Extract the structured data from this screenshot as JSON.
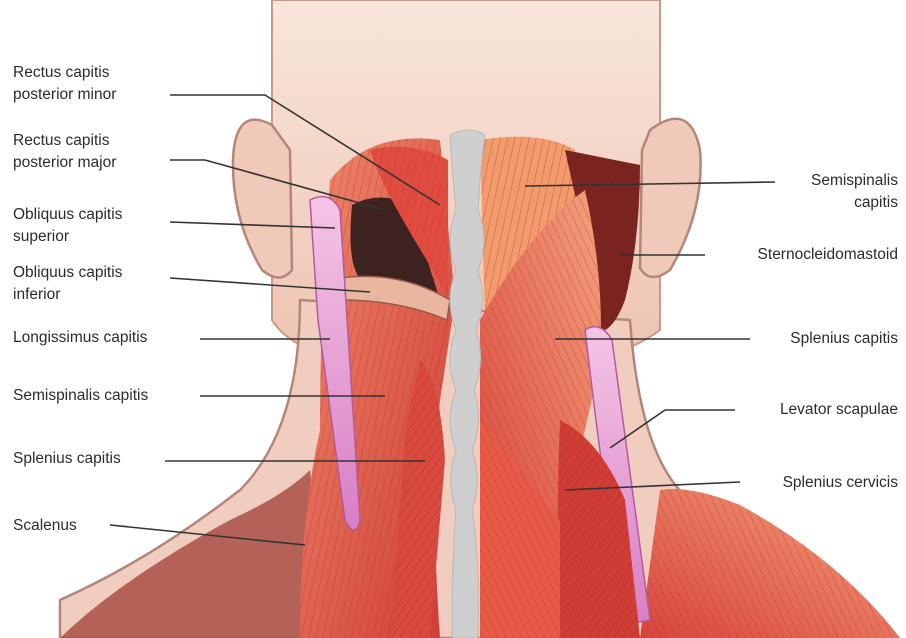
{
  "labels_left": [
    {
      "id": "rectus-capitis-posterior-minor",
      "lines": [
        "Rectus capitis",
        "posterior minor"
      ]
    },
    {
      "id": "rectus-capitis-posterior-major",
      "lines": [
        "Rectus capitis",
        "posterior major"
      ]
    },
    {
      "id": "obliquus-capitis-superior",
      "lines": [
        "Obliquus capitis",
        "superior"
      ]
    },
    {
      "id": "obliquus-capitis-inferior",
      "lines": [
        "Obliquus capitis",
        "inferior"
      ]
    },
    {
      "id": "longissimus-capitis",
      "lines": [
        "Longissimus capitis"
      ]
    },
    {
      "id": "semispinalis-capitis-left",
      "lines": [
        "Semispinalis capitis"
      ]
    },
    {
      "id": "splenius-capitis-left",
      "lines": [
        "Splenius capitis"
      ]
    },
    {
      "id": "scalenus",
      "lines": [
        "Scalenus"
      ]
    }
  ],
  "labels_right": [
    {
      "id": "semispinalis-capitis-right",
      "lines": [
        "Semispinalis",
        "capitis"
      ]
    },
    {
      "id": "sternocleidomastoid",
      "lines": [
        "Sternocleidomastoid"
      ]
    },
    {
      "id": "splenius-capitis-right",
      "lines": [
        "Splenius capitis"
      ]
    },
    {
      "id": "levator-scapulae",
      "lines": [
        "Levator scapulae"
      ]
    },
    {
      "id": "splenius-cervicis",
      "lines": [
        "Splenius cervicis"
      ]
    }
  ],
  "colors": {
    "skin": "#f3d5c8",
    "skin_shadow": "#e6bba8",
    "muscle": "#e0483f",
    "muscle_light": "#f07f66",
    "muscle_dark": "#a52a28",
    "tendon": "#e9a0d7",
    "spine": "#c9c9c9",
    "scm": "#7a2420",
    "leader_line": "#333333"
  }
}
